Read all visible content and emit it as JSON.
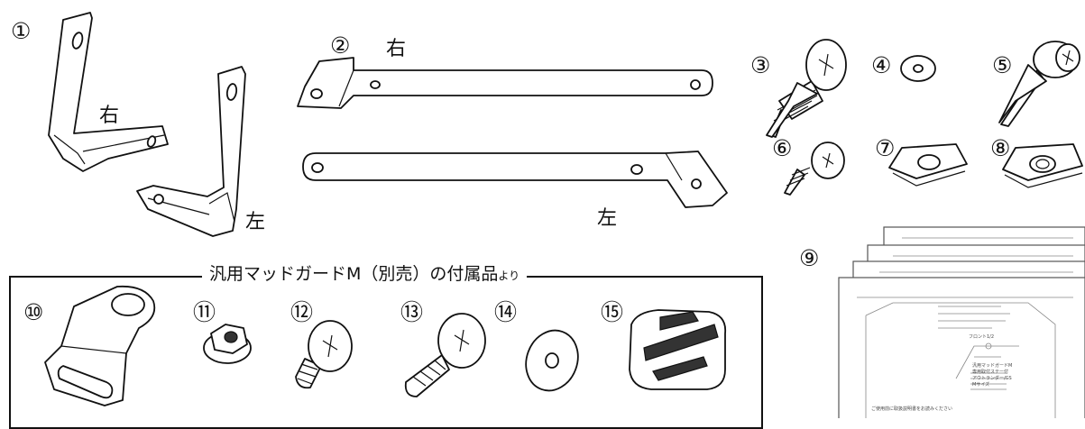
{
  "labels": {
    "p1": "①",
    "p2": "②",
    "p3": "③",
    "p4": "④",
    "p5": "⑤",
    "p6": "⑥",
    "p7": "⑦",
    "p8": "⑧",
    "p9": "⑨",
    "p10": "⑩",
    "p11": "⑪",
    "p12": "⑫",
    "p13": "⑬",
    "p14": "⑭",
    "p15": "⑮"
  },
  "sides": {
    "p1_right": "右",
    "p1_left": "左",
    "p2_right": "右",
    "p2_left": "左"
  },
  "box": {
    "title": "汎用マッドガードM（別売）の付属品",
    "title_suffix": "より"
  },
  "manual": {
    "heading": "フロント1/2",
    "product_lines": [
      "汎用マッドガードM",
      "専用取付ステー付",
      "アウトランダー/GS",
      "Mサイズ"
    ],
    "notice": "ご使用前に取扱説明書をお読みください"
  }
}
